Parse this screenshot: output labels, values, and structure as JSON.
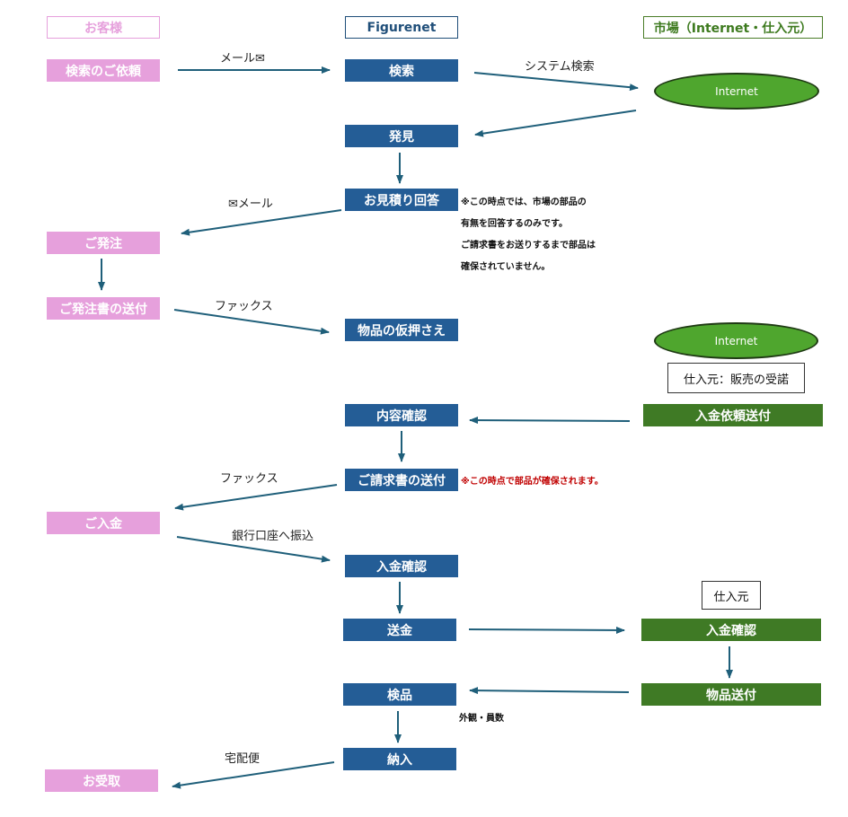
{
  "headers": {
    "customer": "お客様",
    "figurenet": "Figurenet",
    "market": "市場（Internet・仕入元）"
  },
  "customer_steps": {
    "search_request": "検索のご依頼",
    "order": "ご発注",
    "send_order_form": "ご発注書の送付",
    "payment": "ご入金",
    "receipt": "お受取"
  },
  "figurenet_steps": {
    "search": "検索",
    "found": "発見",
    "quote_reply": "お見積り回答",
    "reserve": "物品の仮押さえ",
    "content_check": "内容確認",
    "send_invoice": "ご請求書の送付",
    "payment_check": "入金確認",
    "remit": "送金",
    "inspection": "検品",
    "delivery": "納入"
  },
  "market_steps": {
    "internet_1": "Internet",
    "internet_2": "Internet",
    "supplier_accept": "仕入元：販売の受諾",
    "payment_request": "入金依頼送付",
    "supplier": "仕入元",
    "payment_check": "入金確認",
    "ship_goods": "物品送付"
  },
  "edge_labels": {
    "mail_1": "メール✉",
    "system_search": "システム検索",
    "mail_2": "✉メール",
    "fax_1": "ファックス",
    "fax_2": "ファックス",
    "bank_transfer": "銀行口座へ振込",
    "courier": "宅配便"
  },
  "notes": {
    "quote_note_1": "※この時点では、市場の部品の",
    "quote_note_2": "有無を回答するのみです。",
    "quote_note_3": "ご請求書をお送りするまで部品は",
    "quote_note_4": "確保されていません。",
    "invoice_note": "※この時点で部品が確保されます。",
    "inspection_note": "外観・員数"
  },
  "colors": {
    "customer": "#e6a0dc",
    "figurenet": "#245d96",
    "market": "#3f7a25",
    "arrow": "#1f5f7a",
    "internet_fill": "#4fa62e",
    "warning": "#c00000"
  }
}
